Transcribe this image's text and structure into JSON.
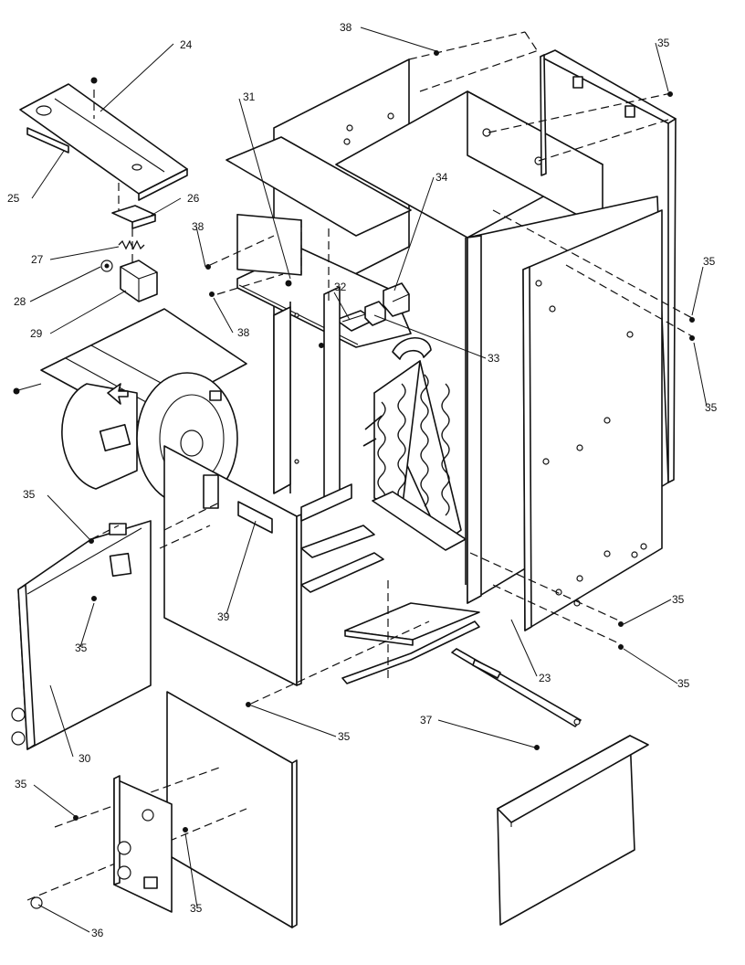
{
  "diagram": {
    "callouts": [
      {
        "id": "c24",
        "text": "24"
      },
      {
        "id": "c25",
        "text": "25"
      },
      {
        "id": "c26",
        "text": "26"
      },
      {
        "id": "c27",
        "text": "27"
      },
      {
        "id": "c28",
        "text": "28"
      },
      {
        "id": "c29",
        "text": "29"
      },
      {
        "id": "c31",
        "text": "31"
      },
      {
        "id": "c38a",
        "text": "38"
      },
      {
        "id": "c38b",
        "text": "38"
      },
      {
        "id": "c38c",
        "text": "38"
      },
      {
        "id": "c34",
        "text": "34"
      },
      {
        "id": "c32",
        "text": "32"
      },
      {
        "id": "c33",
        "text": "33"
      },
      {
        "id": "c35a",
        "text": "35"
      },
      {
        "id": "c35b",
        "text": "35"
      },
      {
        "id": "c35c",
        "text": "35"
      },
      {
        "id": "c35d",
        "text": "35"
      },
      {
        "id": "c35e",
        "text": "35"
      },
      {
        "id": "c35f",
        "text": "35"
      },
      {
        "id": "c35g",
        "text": "35"
      },
      {
        "id": "c35h",
        "text": "35"
      },
      {
        "id": "c35i",
        "text": "35"
      },
      {
        "id": "c35j",
        "text": "35"
      },
      {
        "id": "c39",
        "text": "39"
      },
      {
        "id": "c30",
        "text": "30"
      },
      {
        "id": "c23",
        "text": "23"
      },
      {
        "id": "c37",
        "text": "37"
      },
      {
        "id": "c36",
        "text": "36"
      }
    ]
  }
}
